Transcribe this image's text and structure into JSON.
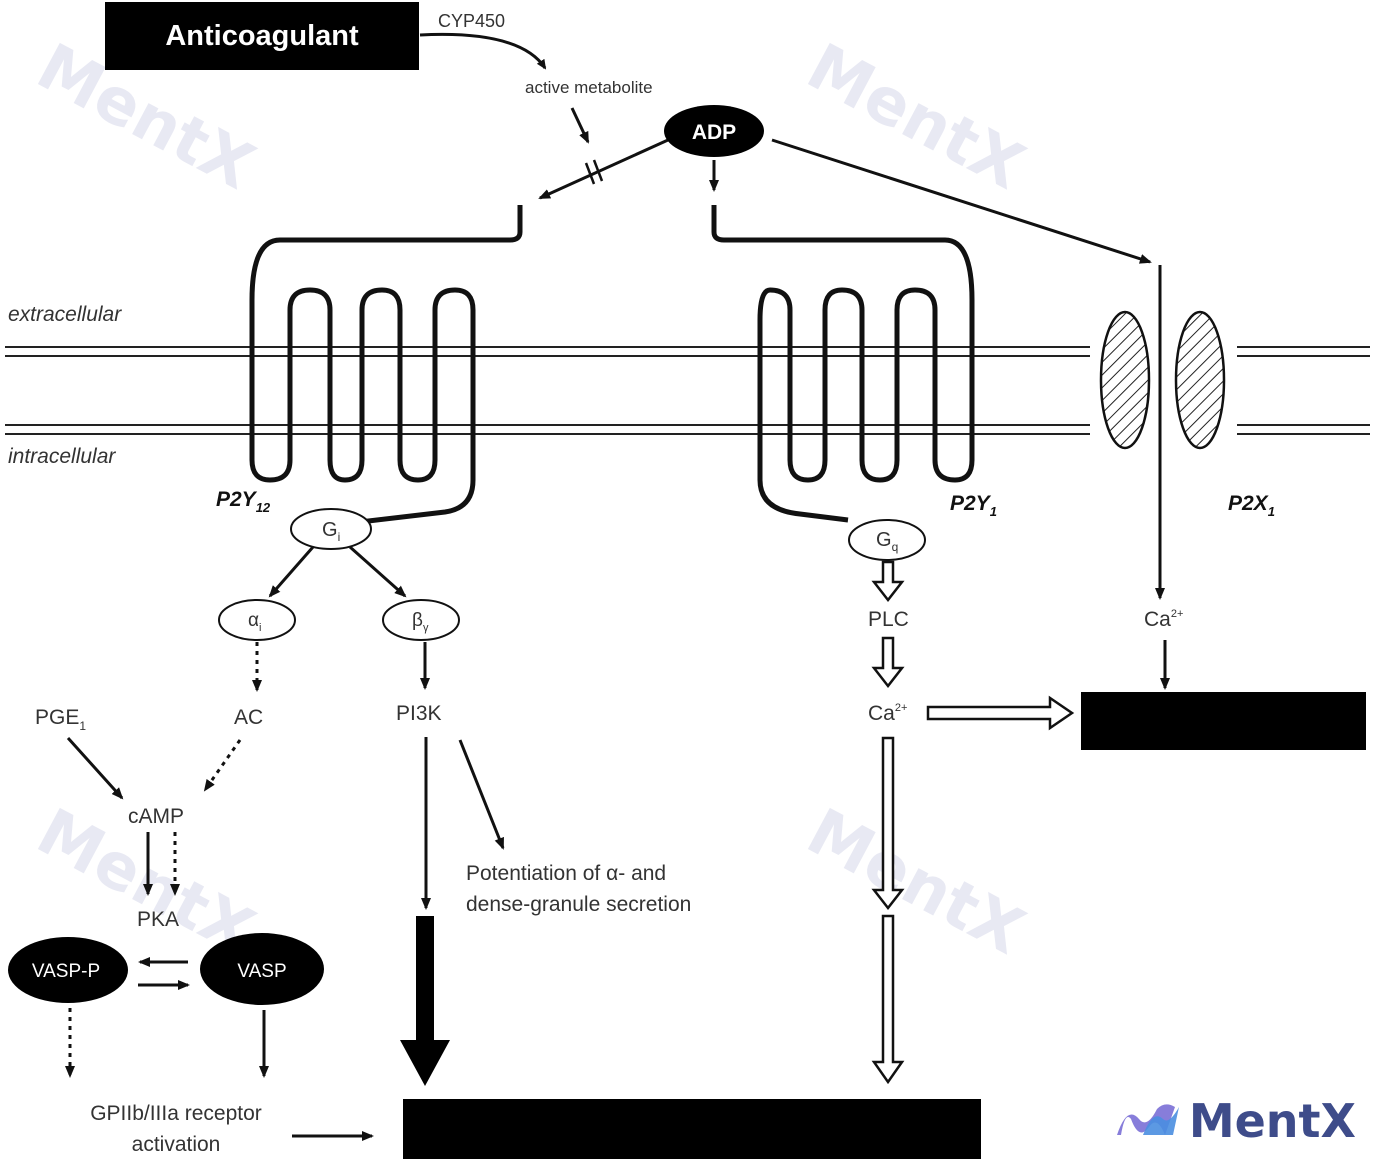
{
  "header": {
    "title": "Anticoagulant"
  },
  "top": {
    "cyp450": "CYP450",
    "active_metabolite": "active metabolite",
    "adp": "ADP"
  },
  "membrane": {
    "extracellular": "extracellular",
    "intracellular": "intracellular"
  },
  "receptors": {
    "p2y12": {
      "main": "P2Y",
      "sub": "12"
    },
    "p2y1": {
      "main": "P2Y",
      "sub": "1"
    },
    "p2x1": {
      "main": "P2X",
      "sub": "1"
    }
  },
  "proteins": {
    "gi": {
      "main": "G",
      "sub": "i"
    },
    "gq": {
      "main": "G",
      "sub": "q"
    },
    "alpha": {
      "main": "α",
      "sub": "i"
    },
    "beta": {
      "main": "β",
      "sub": "γ"
    }
  },
  "nodes": {
    "pge1": {
      "main": "PGE",
      "sub": "1"
    },
    "ac": "AC",
    "camp": "cAMP",
    "pka": "PKA",
    "pi3k": "PI3K",
    "plc": "PLC",
    "ca_plc": "Ca",
    "ca_p2x": "Ca",
    "ca_sup": "2+",
    "vasp_p": "VASP-P",
    "vasp": "VASP",
    "gp_line1": "GPIIb/IIIa receptor",
    "gp_line2": "activation",
    "potentiation_line1": "Potentiation of α- and",
    "potentiation_line2": "dense-granule secretion"
  },
  "watermark": {
    "text": "MentX"
  },
  "brand": {
    "text": "MentX",
    "color": "#3e4c8a"
  }
}
